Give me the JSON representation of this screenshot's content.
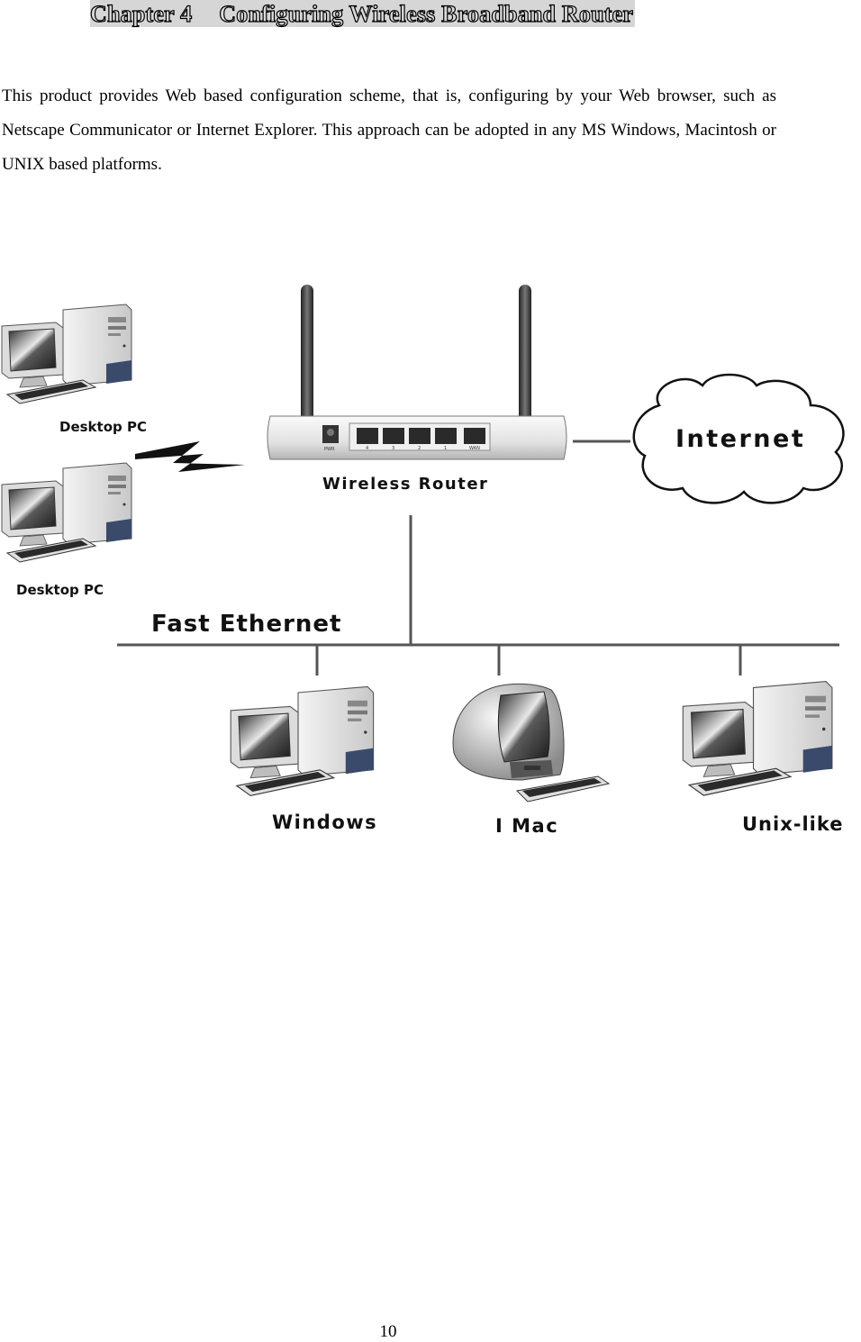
{
  "heading": {
    "chapter": "Chapter 4",
    "title": "Configuring Wireless Broadband Router"
  },
  "intro": "This product provides Web based configuration scheme, that is, configuring by your Web browser, such as Netscape Communicator or Internet Explorer. This approach can be adopted in any MS Windows, Macintosh or UNIX based platforms.",
  "diagram": {
    "labels": {
      "desktop_pc_1": "Desktop PC",
      "desktop_pc_2": "Desktop PC",
      "router": "Wireless  Router",
      "internet": "Internet",
      "fast_ethernet": "Fast Ethernet",
      "windows": "Windows",
      "imac": "I Mac",
      "unix": "Unix-like"
    },
    "port_labels": [
      "PWR",
      "4",
      "3",
      "2",
      "1",
      "WAN"
    ]
  },
  "page_number": "10"
}
